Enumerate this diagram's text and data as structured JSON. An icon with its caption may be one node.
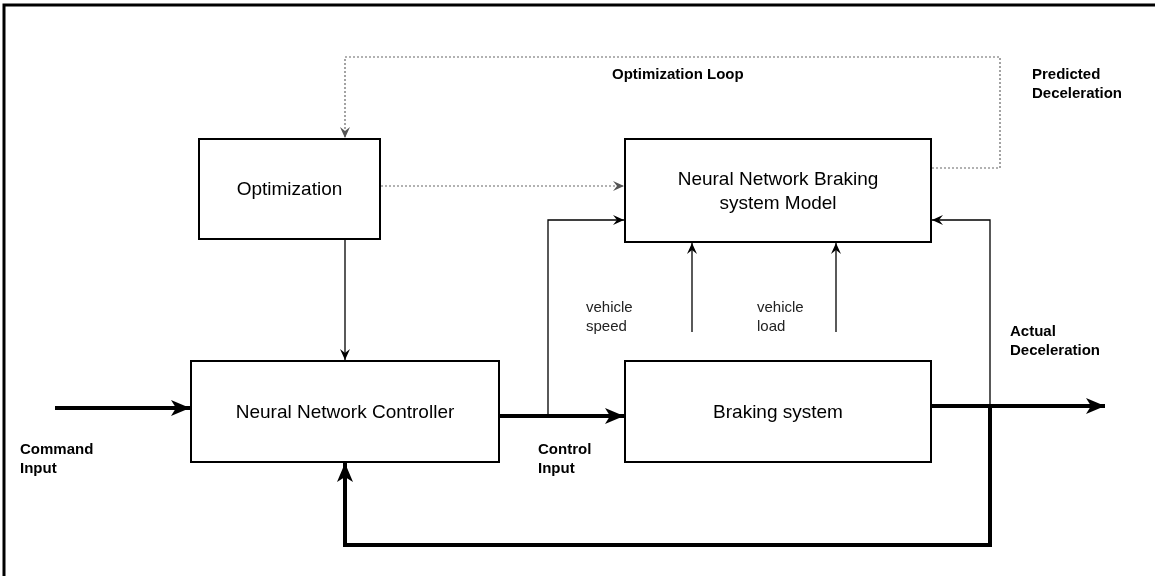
{
  "diagram": {
    "nodes": [
      {
        "text": [
          "Optimization"
        ]
      },
      {
        "text": [
          "Neural Network Braking system Model"
        ]
      },
      {
        "text": [
          "Neural Network Controller"
        ]
      },
      {
        "text": [
          "Braking system"
        ]
      }
    ],
    "edges": [
      {
        "from": 0,
        "to": 2,
        "arrow": "to"
      },
      {
        "from": 0,
        "to": 1,
        "arrow": "to",
        "style": "dashed",
        "color": "#666666"
      },
      {
        "from": 1,
        "to": 0,
        "arrow": "to",
        "style": "dashed",
        "color": "#666666"
      },
      {
        "from": null,
        "to": 2,
        "arrow": "to",
        "style": "thick"
      },
      {
        "from": 2,
        "to": 3,
        "arrow": "to",
        "style": "thick"
      },
      {
        "from": 2,
        "to": 1,
        "arrow": "to"
      },
      {
        "from": null,
        "to": 1,
        "arrow": "to"
      },
      {
        "from": null,
        "to": 1,
        "arrow": "to"
      },
      {
        "from": 3,
        "to": null,
        "arrow": "to",
        "style": "thick"
      },
      {
        "from": 3,
        "to": 1,
        "arrow": "to"
      },
      {
        "from": 3,
        "to": 2,
        "arrow": "to",
        "style": "thick"
      }
    ],
    "labels": [
      "Optimization Loop",
      "Predicted Deceleration",
      "vehicle speed",
      "vehicle load",
      "Actual Deceleration",
      "Command Input",
      "Control Input"
    ]
  }
}
